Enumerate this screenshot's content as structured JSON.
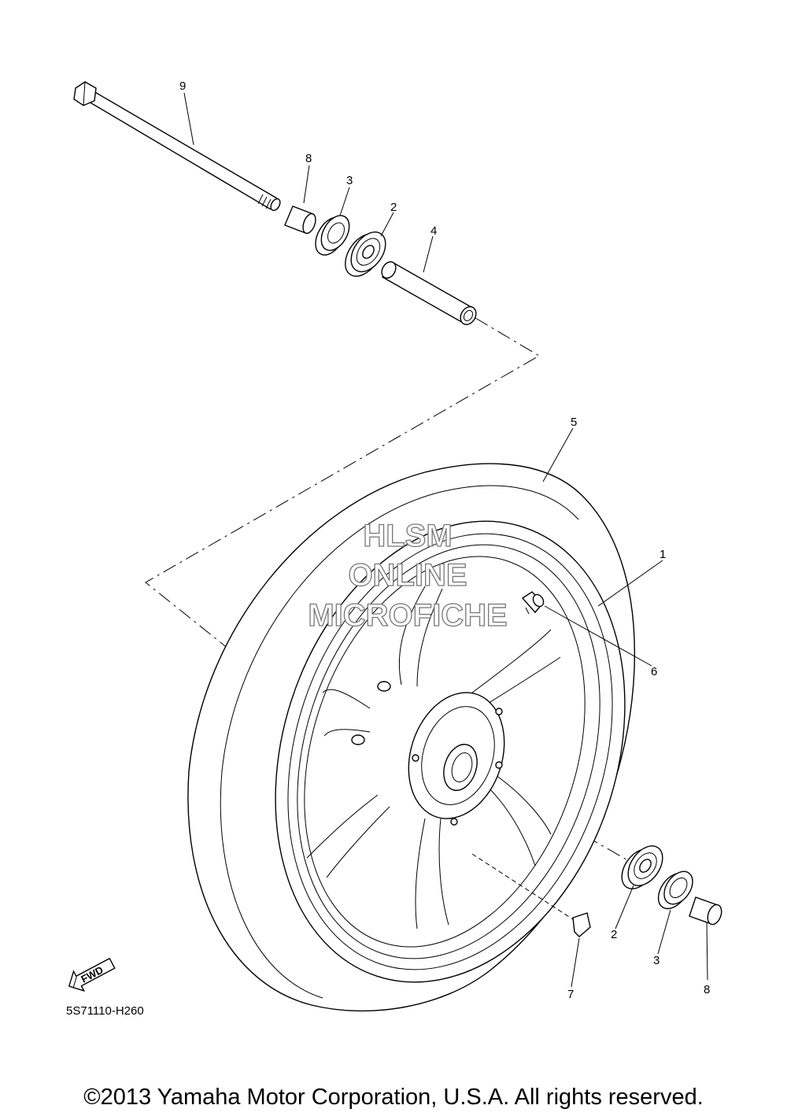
{
  "diagram": {
    "callouts": {
      "axle": "9",
      "collar_top": "8",
      "seal_top": "3",
      "bearing_top": "2",
      "spacer": "4",
      "tire": "5",
      "wheel": "1",
      "valve": "6",
      "bearing_bottom": "2",
      "seal_bottom": "3",
      "collar_bottom": "8",
      "balance_weight": "7"
    },
    "drawing_code": "5S71110-H260",
    "fwd_label": "FWD",
    "watermark": [
      "HLSM",
      "ONLINE",
      "MICROFICHE"
    ],
    "copyright": "©2013 Yamaha Motor Corporation, U.S.A. All rights reserved."
  }
}
